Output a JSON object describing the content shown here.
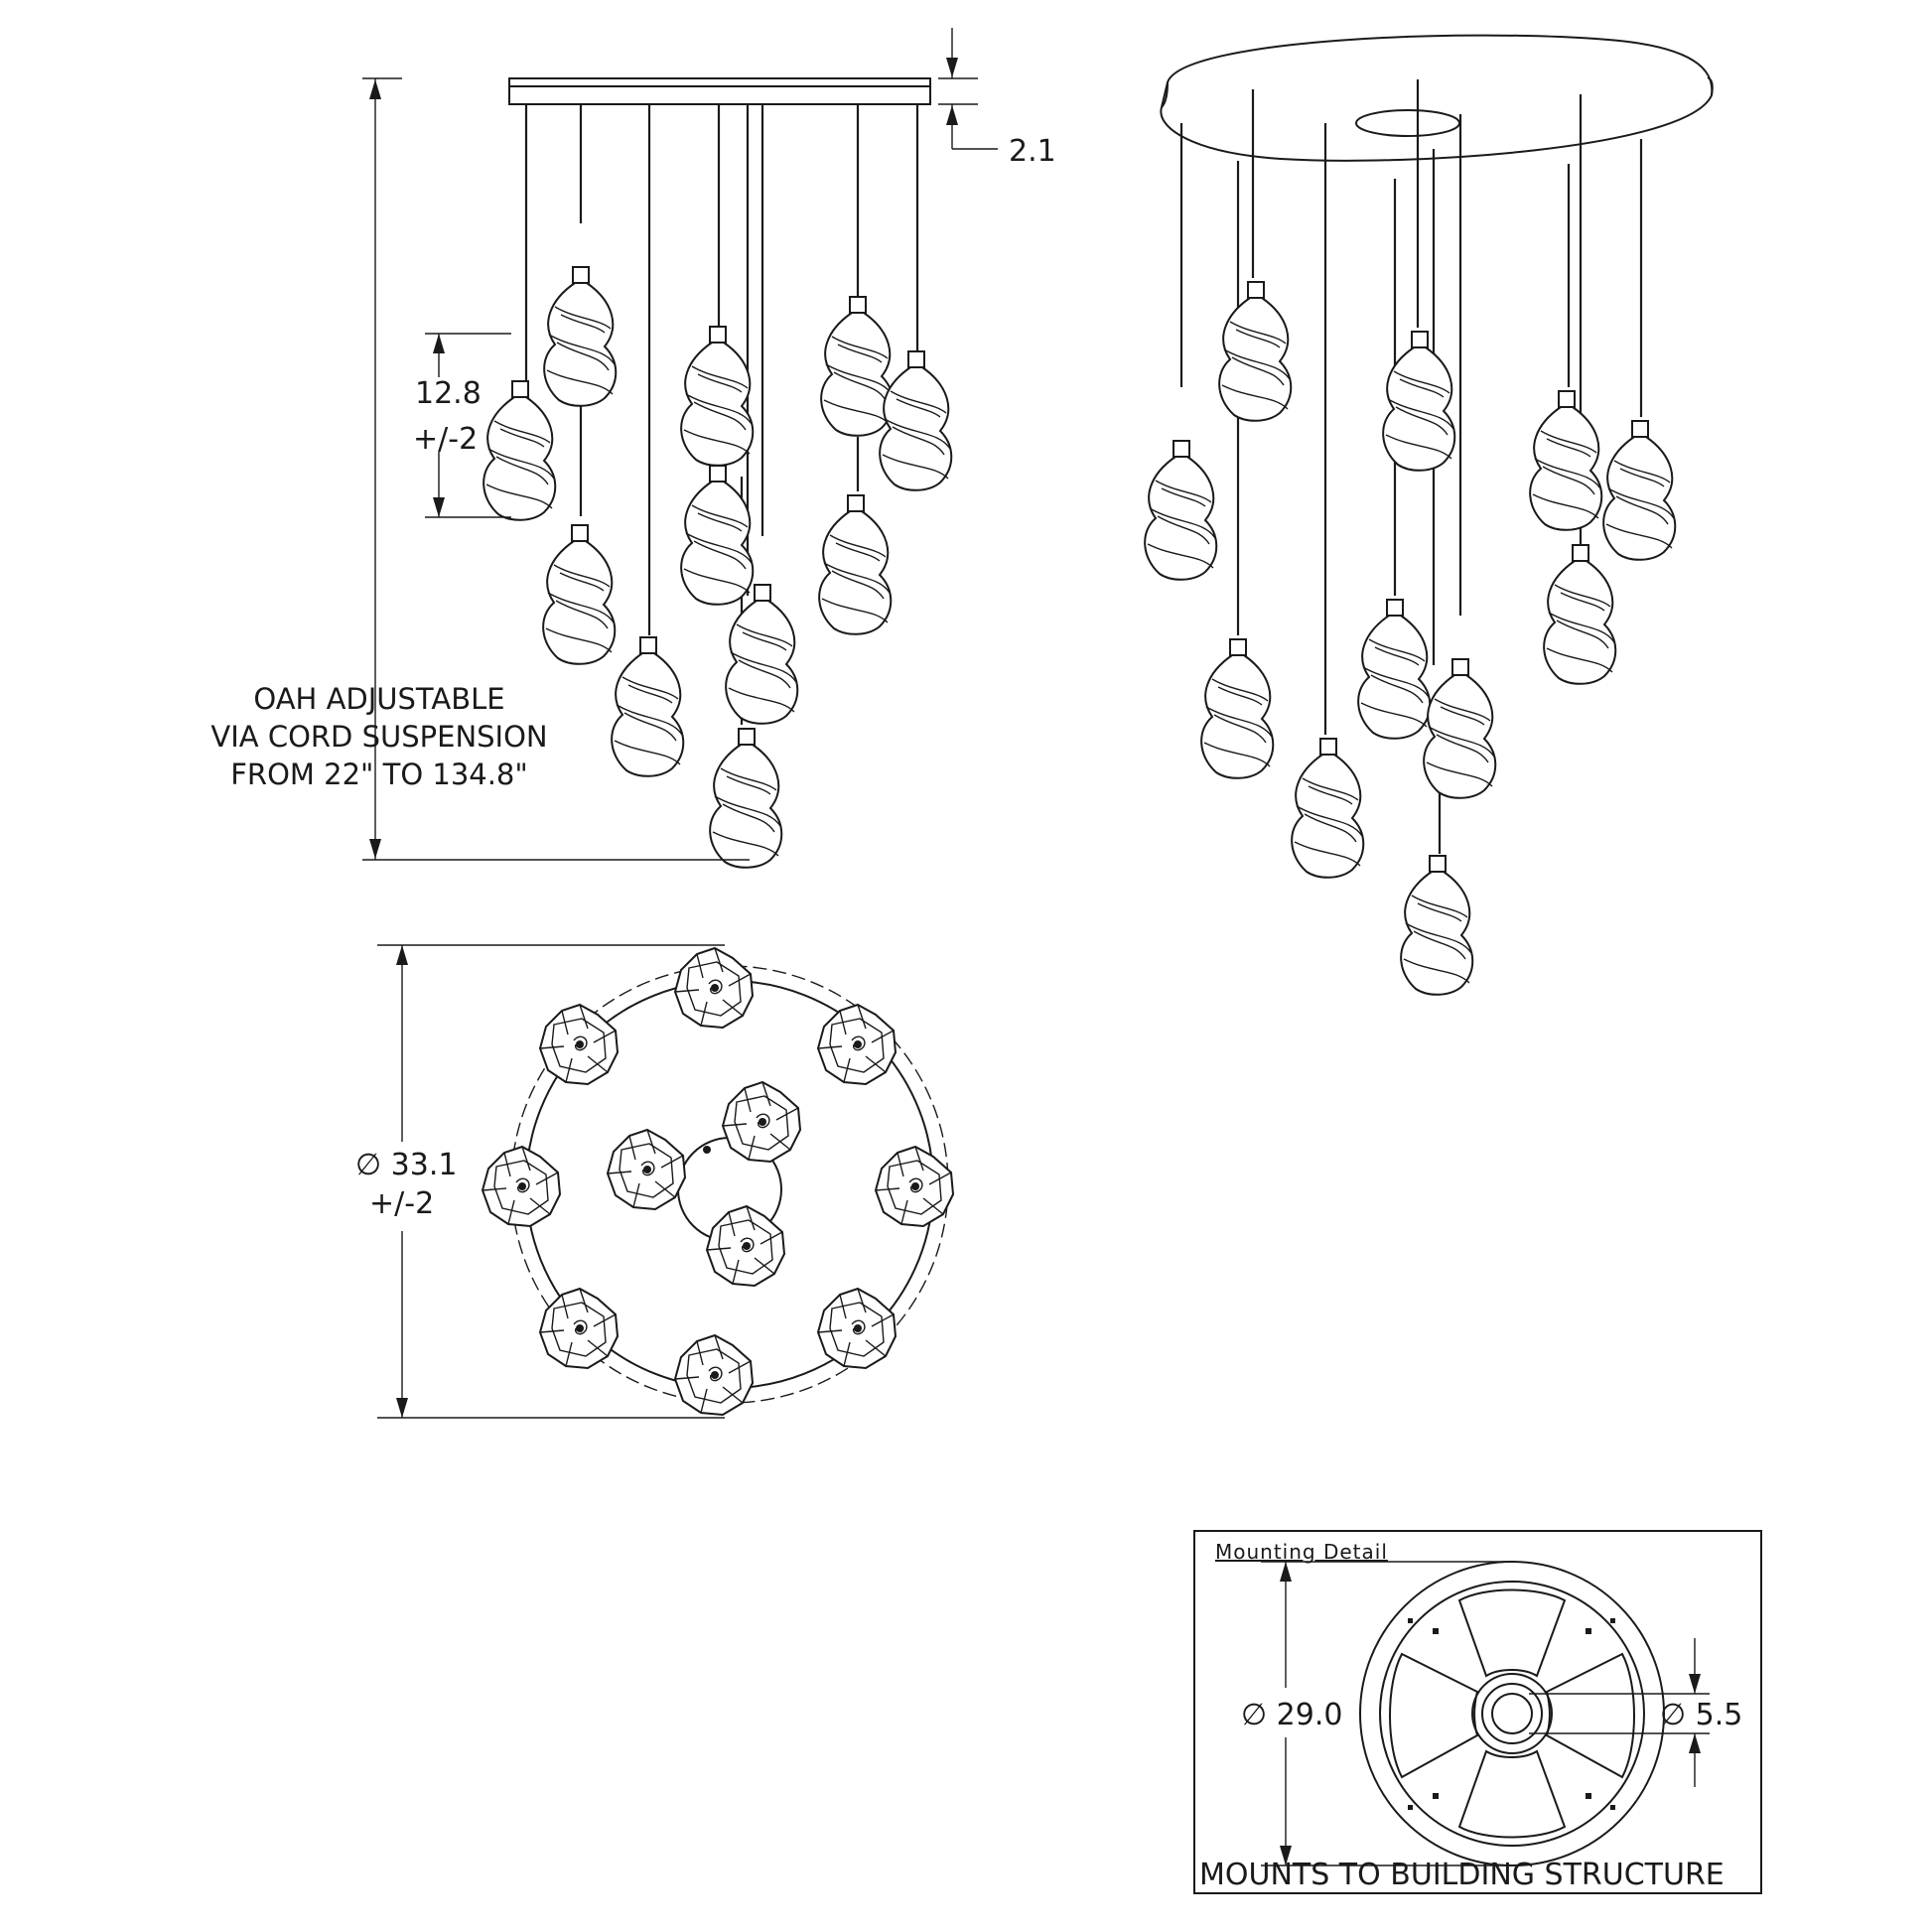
{
  "side_view": {
    "canopy_height": "2.1",
    "pendant_height": "12.8",
    "pendant_tolerance": "+/-2",
    "oah_note": [
      "OAH ADJUSTABLE",
      "VIA CORD SUSPENSION",
      "FROM 22\" TO 134.8\""
    ]
  },
  "plan_view": {
    "diameter": "∅ 33.1",
    "tolerance": "+/-2"
  },
  "mounting_detail": {
    "title": "Mounting  Detail",
    "plate_diameter": "∅ 29.0",
    "center_diameter": "∅ 5.5",
    "note": "MOUNTS TO BUILDING STRUCTURE"
  }
}
